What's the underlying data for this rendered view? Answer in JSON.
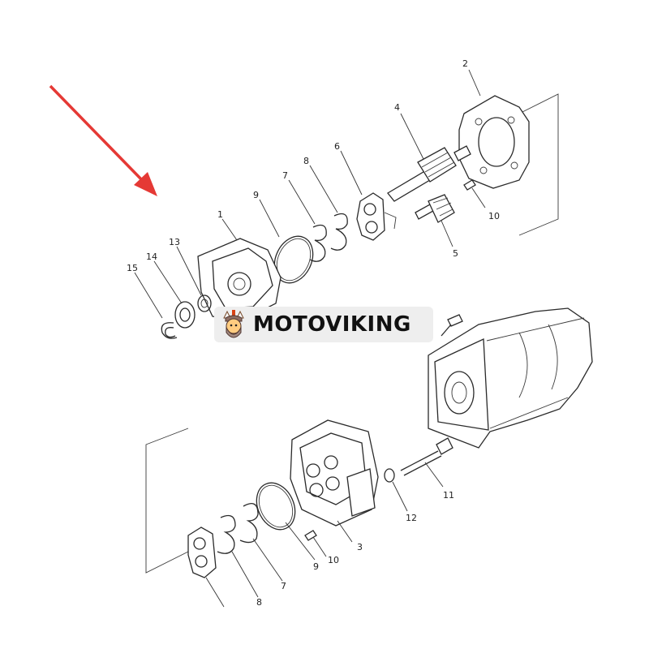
{
  "brand": {
    "name": "MOTOVIKING",
    "badge_bg": "#eeeeee",
    "text_color": "#111111"
  },
  "arrow": {
    "color": "#e53935",
    "icon": "pointer-arrow-icon"
  },
  "callouts": {
    "c1": "1",
    "c2": "2",
    "c3": "3",
    "c4": "4",
    "c5": "5",
    "c6": "6",
    "c7a": "7",
    "c7b": "7",
    "c8a": "8",
    "c8b": "8",
    "c9a": "9",
    "c9b": "9",
    "c10a": "10",
    "c10b": "10",
    "c11": "11",
    "c12": "12",
    "c13": "13",
    "c14": "14",
    "c15": "15"
  }
}
